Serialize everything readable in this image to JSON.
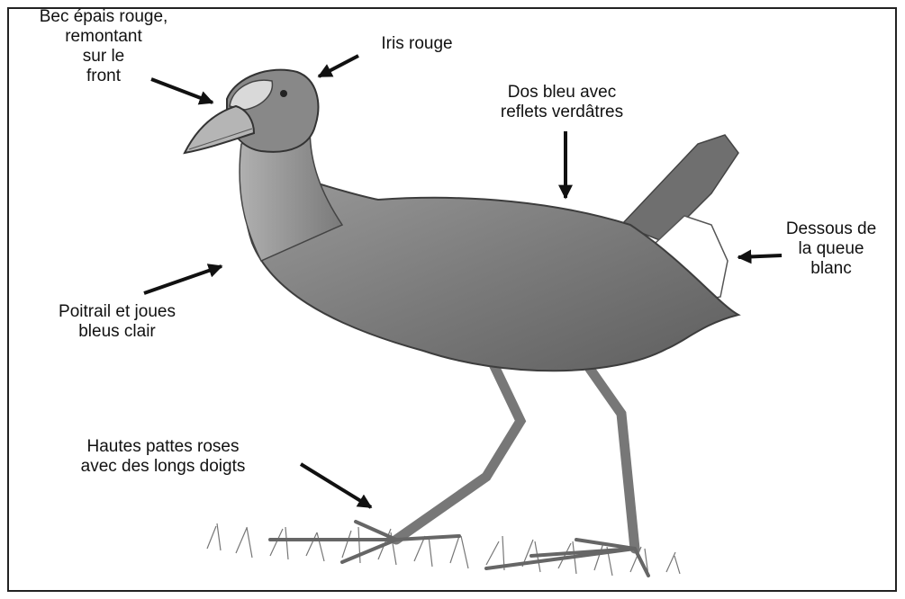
{
  "labels": {
    "bill": [
      "Bec épais rouge,",
      "remontant",
      "sur le",
      "front"
    ],
    "iris": [
      "Iris rouge"
    ],
    "back": [
      "Dos bleu avec",
      "reflets verdâtres"
    ],
    "undertail": [
      "Dessous de",
      "la queue",
      "blanc"
    ],
    "breast": [
      "Poitrail et joues",
      "bleus clair"
    ],
    "legs": [
      "Hautes pattes roses",
      "avec des longs doigts"
    ]
  },
  "icons": {
    "bird": "purple-swamphen-drawing",
    "arrow": "arrow-icon"
  }
}
